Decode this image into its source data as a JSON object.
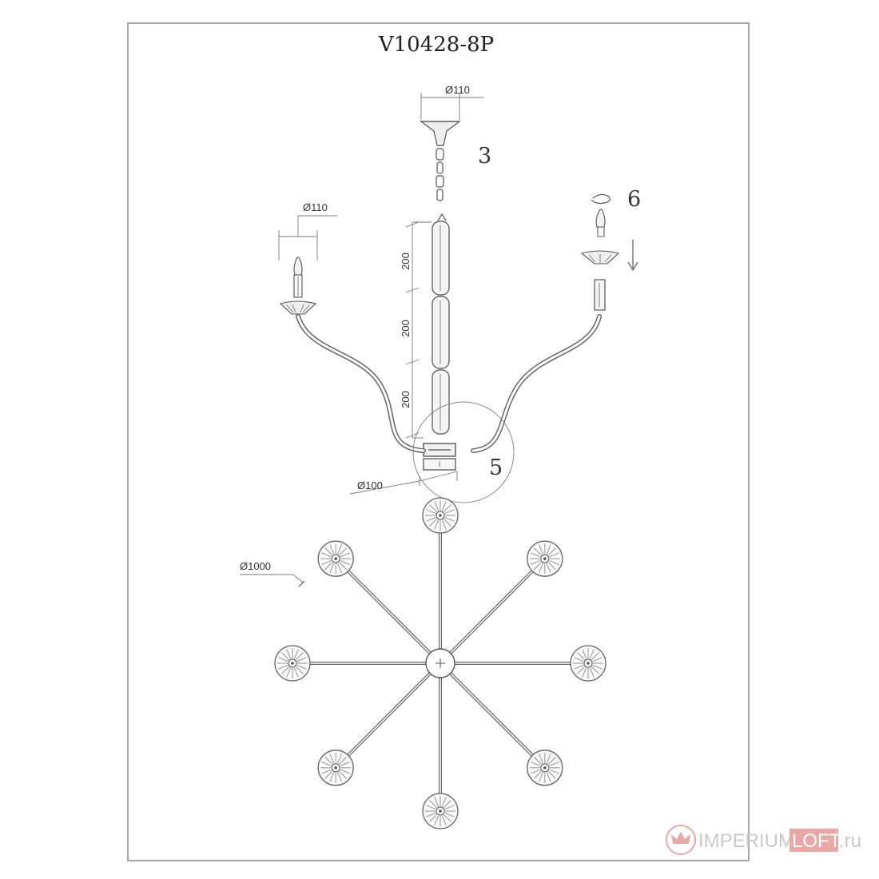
{
  "drawing": {
    "model_code": "V10428-8P",
    "dimensions": {
      "canopy_diameter": "Ø110",
      "candle_cup_diameter": "Ø110",
      "segment_1": "200",
      "segment_2": "200",
      "segment_3": "200",
      "base_diameter": "Ø100",
      "overall_diameter": "Ø1000"
    },
    "callouts": {
      "canopy_step": "3",
      "bulb_step": "6",
      "hub_detail": "5"
    },
    "top_view": {
      "arm_count": 8
    }
  },
  "watermark": {
    "brand_prefix": "IMPERIUM",
    "brand_highlight": "LOFT",
    "domain_suffix": ".ru",
    "logo_icon": "crown-icon",
    "highlight_color": "#e9a8a5"
  }
}
